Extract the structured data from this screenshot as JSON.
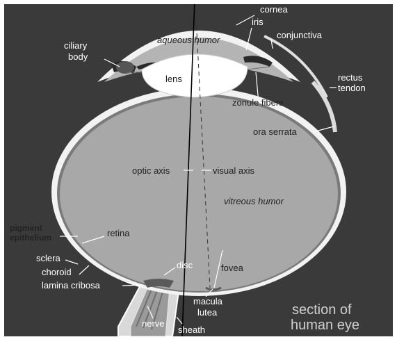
{
  "title": {
    "line1": "section of",
    "line2": "human eye"
  },
  "labels": {
    "cornea": "cornea",
    "iris": "iris",
    "conjunctiva": "conjunctiva",
    "aqueous_humor": "aqueous humor",
    "ciliary_body_1": "ciliary",
    "ciliary_body_2": "body",
    "lens": "lens",
    "rectus_tendon_1": "rectus",
    "rectus_tendon_2": "tendon",
    "zonule_fibers": "zonule fibers",
    "ora_serrata": "ora serrata",
    "optic_axis": "optic axis",
    "visual_axis": "visual axis",
    "vitreous_humor": "vitreous humor",
    "pigment_epithelium_1": "pigment",
    "pigment_epithelium_2": "epithelium",
    "retina": "retina",
    "sclera": "sclera",
    "choroid": "choroid",
    "lamina_cribosa": "lamina cribosa",
    "disc": "disc",
    "fovea": "fovea",
    "macula_lutea_1": "macula",
    "macula_lutea_2": "lutea",
    "nerve": "nerve",
    "sheath": "sheath"
  },
  "colors": {
    "background": "#3a3a3a",
    "frame": "#ffffff",
    "vitreous": "#a8a8a8",
    "sclera": "#f2f2f2",
    "lens": "#ffffff",
    "iris": "#2a2a2a"
  }
}
